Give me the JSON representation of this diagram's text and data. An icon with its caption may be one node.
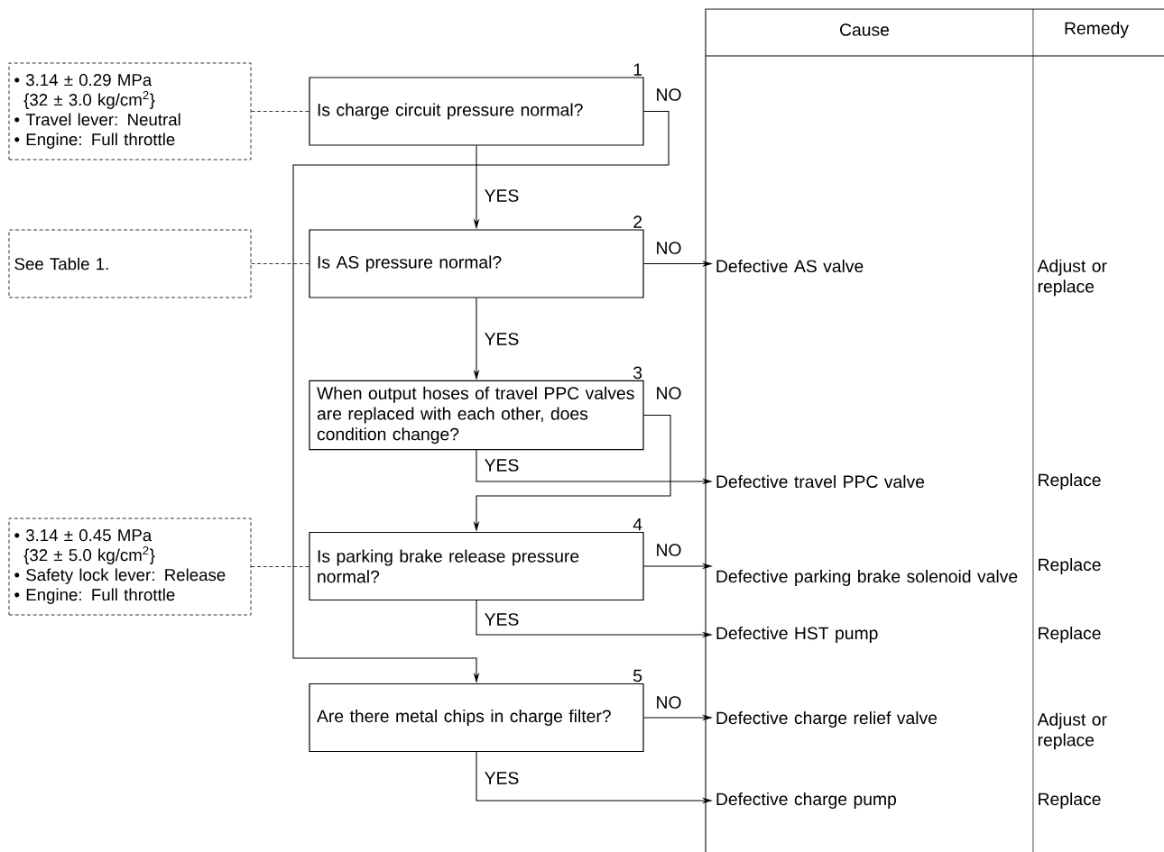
{
  "diagram": {
    "nodes": [
      {
        "text": [
          "• 3.14 ± 0.29 MPa",
          "{32 ± 3.0 kg/cm$^{2}$}",
          "• Travel lever: Neutral",
          "• Engine: Full throttle"
        ]
      },
      {
        "text": [
          "Is charge circuit pressure normal?"
        ],
        "beside": [
          "1"
        ]
      },
      {
        "text": [
          "See Table 1."
        ]
      },
      {
        "text": [
          "Is AS pressure normal?"
        ],
        "beside": [
          "2"
        ]
      },
      {
        "text": [
          "When output hoses of travel PPC valves are replaced with each other, does condition change?"
        ],
        "beside": [
          "3"
        ]
      },
      {
        "text": [
          "• 3.14 ± 0.45 MPa",
          "{32 ± 5.0 kg/cm$^{2}$}",
          "• Safety lock lever: Release",
          "• Engine: Full throttle"
        ]
      },
      {
        "text": [
          "Is parking brake release pressure normal?"
        ],
        "beside": [
          "4"
        ]
      },
      {
        "text": [
          "Are there metal chips in charge filter?"
        ],
        "beside": [
          "5"
        ]
      },
      {
        "text": [
          "Defective AS valve"
        ]
      },
      {
        "text": [
          "Defective travel PPC valve"
        ]
      },
      {
        "text": [
          "Defective parking brake solenoid valve"
        ]
      },
      {
        "text": [
          "Defective HST pump"
        ]
      },
      {
        "text": [
          "Defective charge relief valve"
        ]
      },
      {
        "text": [
          "Defective charge pump"
        ]
      }
    ],
    "edges": [
      {
        "from": 0,
        "to": 1,
        "arrow": "none",
        "style": "dashed"
      },
      {
        "from": 1,
        "to": 7,
        "arrow": "to",
        "label": "NO"
      },
      {
        "from": 1,
        "to": 3,
        "arrow": "to",
        "label": "YES"
      },
      {
        "from": 2,
        "to": 3,
        "arrow": "none",
        "style": "dashed"
      },
      {
        "from": 3,
        "to": 8,
        "arrow": "to",
        "label": "NO"
      },
      {
        "from": 3,
        "to": 4,
        "arrow": "to",
        "label": "YES"
      },
      {
        "from": 4,
        "to": 6,
        "arrow": "to",
        "label": "NO"
      },
      {
        "from": 4,
        "to": 9,
        "arrow": "to",
        "label": "YES"
      },
      {
        "from": 5,
        "to": 6,
        "arrow": "none",
        "style": "dashed"
      },
      {
        "from": 6,
        "to": 10,
        "arrow": "to",
        "label": "NO"
      },
      {
        "from": 6,
        "to": 11,
        "arrow": "to",
        "label": "YES"
      },
      {
        "from": 7,
        "to": 12,
        "arrow": "to",
        "label": "NO"
      },
      {
        "from": 7,
        "to": 13,
        "arrow": "to",
        "label": "YES"
      }
    ],
    "labels": [
      "Cause",
      "Remedy",
      "Adjust or replace",
      "Replace",
      "Replace",
      "Replace",
      "Adjust or replace",
      "Replace"
    ]
  }
}
